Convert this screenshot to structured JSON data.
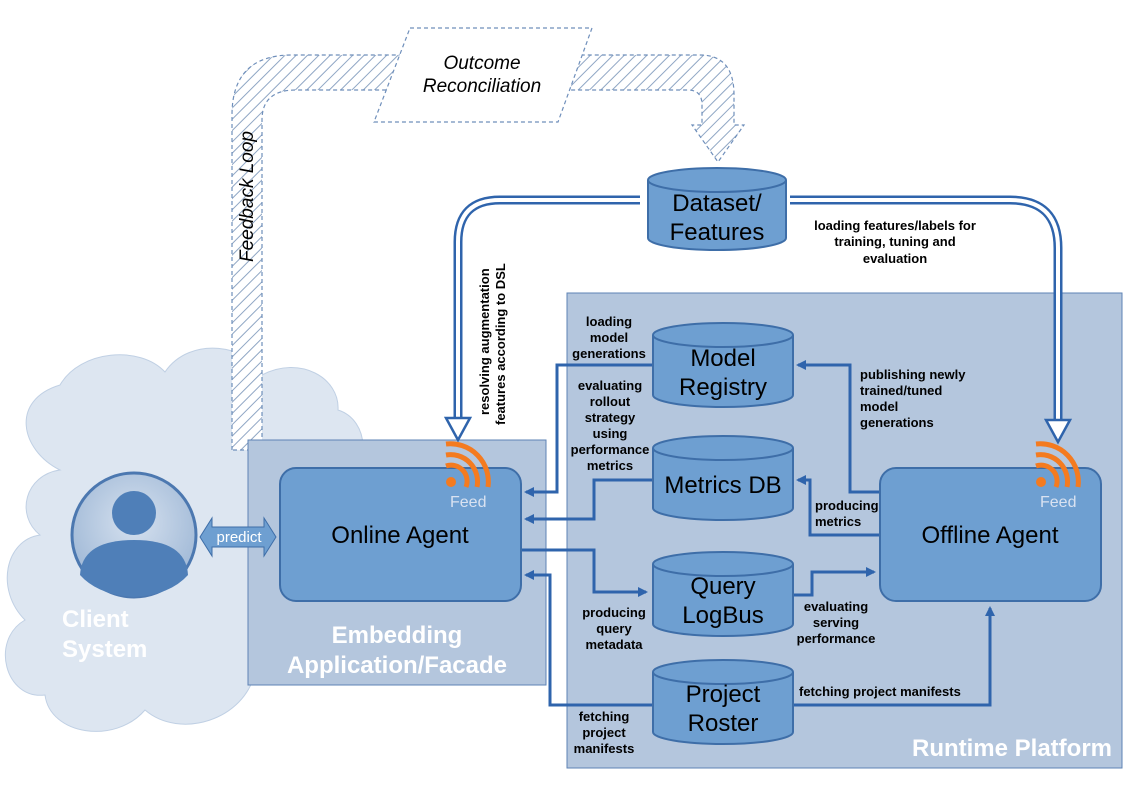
{
  "colors": {
    "platform_fill": "#b4c6dd",
    "box_fill": "#6e9fd1",
    "box_stroke": "#3e6ea8",
    "arrow": "#2f64ac",
    "cloud": "#dde6f1",
    "feed_orange": "#f47b20"
  },
  "regions": {
    "runtime_platform": "Runtime Platform",
    "embedding_line1": "Embedding",
    "embedding_line2": "Application/Facade",
    "client_line1": "Client",
    "client_line2": "System"
  },
  "nodes": {
    "online_agent": "Online Agent",
    "offline_agent": "Offline Agent",
    "feed_label": "Feed",
    "predict": "predict"
  },
  "stores": {
    "dataset_line1": "Dataset/",
    "dataset_line2": "Features",
    "model_line1": "Model",
    "model_line2": "Registry",
    "metrics": "Metrics DB",
    "query_line1": "Query",
    "query_line2": "LogBus",
    "roster_line1": "Project",
    "roster_line2": "Roster"
  },
  "feedback": {
    "outcome_line1": "Outcome",
    "outcome_line2": "Reconciliation",
    "loop": "Feedback Loop"
  },
  "edges": {
    "loading_features": [
      "loading features/labels for",
      "training, tuning and",
      "evaluation"
    ],
    "resolving": [
      "resolving augmentation",
      "features according to DSL"
    ],
    "loading_model": [
      "loading",
      "model",
      "generations"
    ],
    "evaluating_rollout": [
      "evaluating",
      "rollout",
      "strategy",
      "using",
      "performance",
      "metrics"
    ],
    "publishing": [
      "publishing newly",
      "trained/tuned",
      "model",
      "generations"
    ],
    "producing_metrics": [
      "producing",
      "metrics"
    ],
    "producing_query": [
      "producing",
      "query",
      "metadata"
    ],
    "evaluating_serving": [
      "evaluating",
      "serving",
      "performance"
    ],
    "fetching_right": "fetching project manifests",
    "fetching_left": [
      "fetching",
      "project",
      "manifests"
    ]
  }
}
